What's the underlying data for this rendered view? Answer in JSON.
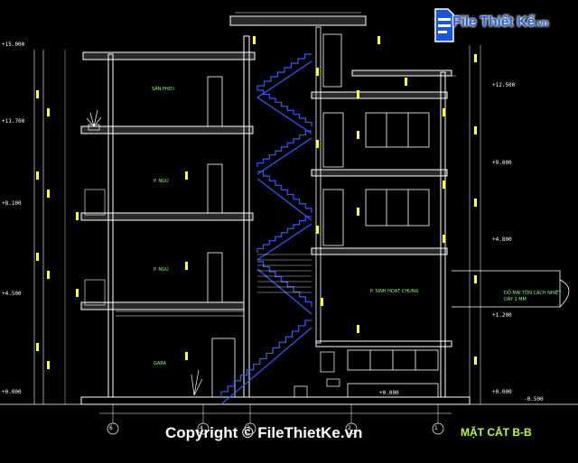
{
  "logo": {
    "text_main": "File Thiết Kế",
    "text_suffix": ".vn",
    "icon": "filethietke-logo-icon"
  },
  "watermark": "Copyright © FileThietKe.vn",
  "title": "MẶT CẮT B-B",
  "elevations_left": [
    "+15.000",
    "+11.700",
    "+8.100",
    "+4.500",
    "+0.000"
  ],
  "elevations_right": [
    "+12.500",
    "+9.000",
    "+4.800",
    "+1.200",
    "+0.000",
    "-0.500"
  ],
  "rooms": [
    "SÂN PHƠI",
    "P. NGỦ",
    "P. NGỦ",
    "GARA",
    "P. SINH HOẠT CHUNG"
  ],
  "floor_label": "+0.000",
  "note_lines": [
    "ĐỔ MÁI TÔN CÁCH NHIỆT",
    "DÀY 1 MM"
  ],
  "axis_labels": [
    "6",
    "4",
    "3",
    "2",
    "1"
  ],
  "colors": {
    "background": "#000000",
    "structure": "#ffffff",
    "cut": "#2e5bff",
    "dim": "#ffff3c",
    "text": "#7dff7d"
  }
}
